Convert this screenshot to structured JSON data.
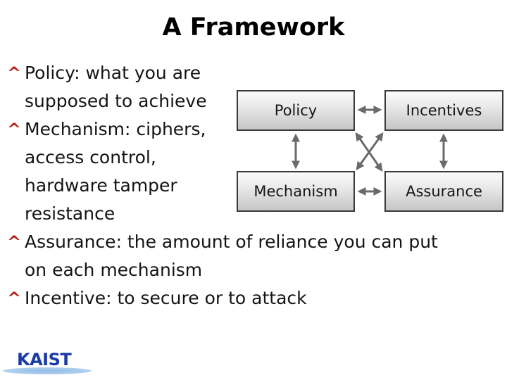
{
  "slide": {
    "title": "A Framework",
    "bullets": [
      {
        "marker": "^",
        "lines": [
          "Policy: what you are",
          "supposed to achieve"
        ]
      },
      {
        "marker": "^",
        "lines": [
          "Mechanism: ciphers,",
          "access control,",
          "hardware tamper",
          "resistance"
        ]
      },
      {
        "marker": "^",
        "lines": [
          "Assurance: the amount of reliance you can put",
          "on each mechanism"
        ]
      },
      {
        "marker": "^",
        "lines": [
          "Incentive: to secure or to attack"
        ]
      }
    ],
    "diagram": {
      "nodes": [
        {
          "id": "policy",
          "label": "Policy"
        },
        {
          "id": "incentives",
          "label": "Incentives"
        },
        {
          "id": "mechanism",
          "label": "Mechanism"
        },
        {
          "id": "assurance",
          "label": "Assurance"
        }
      ],
      "edges": [
        {
          "from": "Policy",
          "to": "Incentives",
          "bidirectional": true
        },
        {
          "from": "Policy",
          "to": "Mechanism",
          "bidirectional": true
        },
        {
          "from": "Incentives",
          "to": "Assurance",
          "bidirectional": true
        },
        {
          "from": "Mechanism",
          "to": "Assurance",
          "bidirectional": true
        },
        {
          "from": "Policy",
          "to": "Assurance",
          "bidirectional": true
        },
        {
          "from": "Incentives",
          "to": "Mechanism",
          "bidirectional": true
        }
      ],
      "arrow_color": "#6a6a6a",
      "box_border_color": "#3a3a3a",
      "box_fill_top": "#fbfbfb",
      "box_fill_bottom": "#c5c5c5"
    },
    "logo": {
      "text": "KAIST",
      "text_color": "#1a3aa6",
      "swoosh_color": "#a9cbee"
    },
    "colors": {
      "background": "#ffffff",
      "title_text": "#000000",
      "body_text": "#141414",
      "bullet_marker": "#b22626"
    }
  }
}
